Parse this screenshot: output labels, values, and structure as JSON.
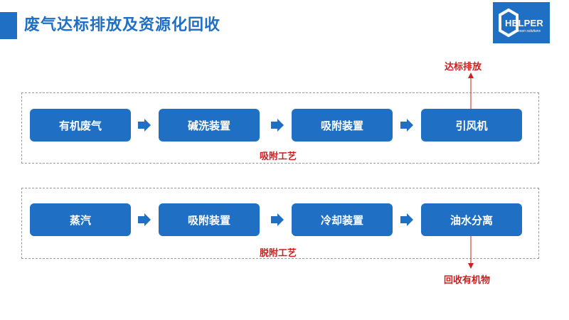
{
  "slide": {
    "title": "废气达标排放及资源化回收"
  },
  "logo": {
    "name": "HELPER",
    "subtitle": "Green solutions"
  },
  "process_1": {
    "steps": [
      "有机废气",
      "碱洗装置",
      "吸附装置",
      "引风机"
    ],
    "caption": "吸附工艺",
    "output": "达标排放"
  },
  "process_2": {
    "steps": [
      "蒸汽",
      "吸附装置",
      "冷却装置",
      "油水分离"
    ],
    "caption": "脱附工艺",
    "output": "回收有机物"
  },
  "colors": {
    "primary": "#1f6fc4",
    "accent_red": "#cc1f1f",
    "dashed_border": "#9a9a9a"
  }
}
